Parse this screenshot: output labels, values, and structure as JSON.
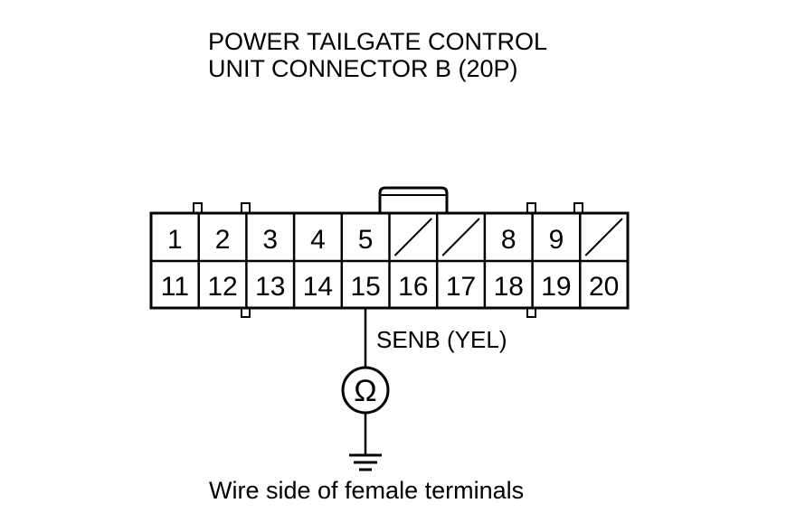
{
  "title": {
    "line1": "POWER TAILGATE CONTROL",
    "line2": "UNIT CONNECTOR B (20P)"
  },
  "connector": {
    "row_top": [
      "1",
      "2",
      "3",
      "4",
      "5",
      "",
      "",
      "8",
      "9",
      ""
    ],
    "row_bottom": [
      "11",
      "12",
      "13",
      "14",
      "15",
      "16",
      "17",
      "18",
      "19",
      "20"
    ],
    "unused_cells": [
      5,
      6,
      9
    ]
  },
  "wire": {
    "label": "SENB (YEL)",
    "terminal": "15"
  },
  "meter": {
    "symbol": "Ω",
    "icon": "ohmmeter-icon"
  },
  "ground": {
    "icon": "ground-icon"
  },
  "caption": "Wire side of female terminals"
}
